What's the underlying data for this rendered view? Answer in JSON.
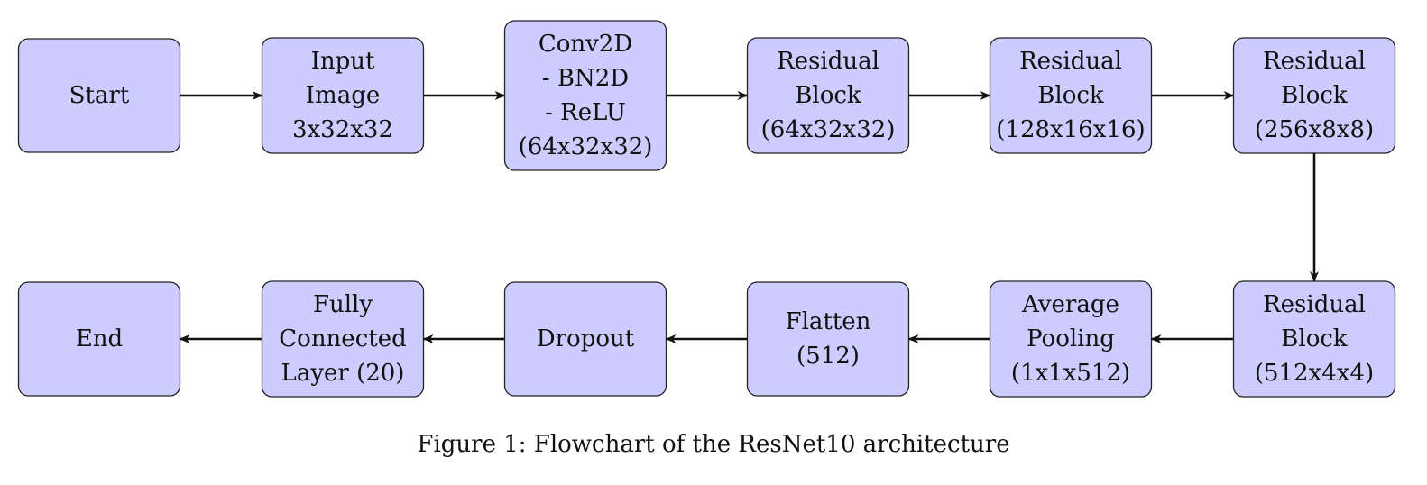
{
  "diagram": {
    "nodes": [
      {
        "id": "start",
        "lines": [
          "Start"
        ]
      },
      {
        "id": "input",
        "lines": [
          "Input",
          "Image",
          "3x32x32"
        ]
      },
      {
        "id": "conv",
        "lines": [
          "Conv2D",
          "- BN2D",
          "- ReLU",
          "(64x32x32)"
        ]
      },
      {
        "id": "res1",
        "lines": [
          "Residual",
          "Block",
          "(64x32x32)"
        ]
      },
      {
        "id": "res2",
        "lines": [
          "Residual",
          "Block",
          "(128x16x16)"
        ]
      },
      {
        "id": "res3",
        "lines": [
          "Residual",
          "Block",
          "(256x8x8)"
        ]
      },
      {
        "id": "res4",
        "lines": [
          "Residual",
          "Block",
          "(512x4x4)"
        ]
      },
      {
        "id": "avgpool",
        "lines": [
          "Average",
          "Pooling",
          "(1x1x512)"
        ]
      },
      {
        "id": "flatten",
        "lines": [
          "Flatten",
          "(512)"
        ]
      },
      {
        "id": "dropout",
        "lines": [
          "Dropout"
        ]
      },
      {
        "id": "fc",
        "lines": [
          "Fully",
          "Connected",
          "Layer (20)"
        ]
      },
      {
        "id": "end",
        "lines": [
          "End"
        ]
      }
    ],
    "edges": [
      [
        "start",
        "input"
      ],
      [
        "input",
        "conv"
      ],
      [
        "conv",
        "res1"
      ],
      [
        "res1",
        "res2"
      ],
      [
        "res2",
        "res3"
      ],
      [
        "res3",
        "res4"
      ],
      [
        "res4",
        "avgpool"
      ],
      [
        "avgpool",
        "flatten"
      ],
      [
        "flatten",
        "dropout"
      ],
      [
        "dropout",
        "fc"
      ],
      [
        "fc",
        "end"
      ]
    ],
    "colors": {
      "node_fill": "#ccccff",
      "node_stroke": "#222222",
      "edge": "#111111"
    }
  },
  "caption": "Figure 1: Flowchart of the ResNet10 architecture"
}
